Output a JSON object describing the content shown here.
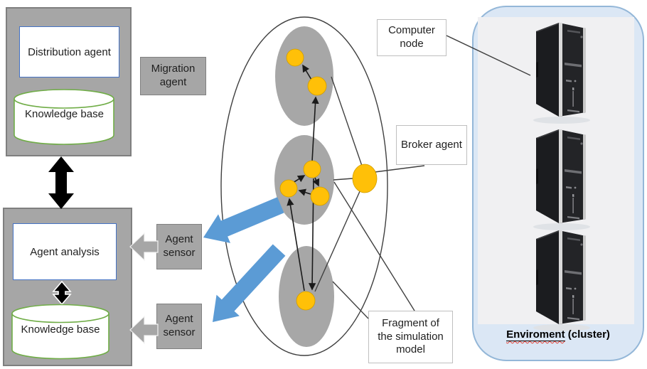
{
  "colors": {
    "box_gray": "#a6a6a6",
    "box_border": "#7f7f7f",
    "white_box_border": "#4472c4",
    "cylinder_border": "#70ad47",
    "agent_yellow": "#ffc008",
    "arrow_blue": "#5b9bd5",
    "panel_fill": "#dbe7f5",
    "panel_border": "#94b7d8",
    "connector_line": "#404040"
  },
  "left_column": {
    "top_unit": {
      "title": "Distribution agent",
      "knowledge_base": "Knowledge base"
    },
    "bottom_unit": {
      "title": "Agent analysis",
      "knowledge_base": "Knowledge base"
    }
  },
  "migration_agent": {
    "label": "Migration agent"
  },
  "sensors": {
    "top": {
      "label": "Agent sensor"
    },
    "bottom": {
      "label": "Agent sensor"
    }
  },
  "callouts": {
    "computer_node": {
      "label": "Computer node"
    },
    "broker_agent": {
      "label": "Broker agent"
    },
    "fragment": {
      "label": "Fragment of the simulation model"
    }
  },
  "environment": {
    "caption_misspelled": "Enviroment",
    "caption_suffix": " (cluster)",
    "server_count": 3
  },
  "simulation_model": {
    "fragment_count": 3,
    "agents_per_fragment": [
      2,
      3,
      1
    ],
    "broker_count": 1
  }
}
